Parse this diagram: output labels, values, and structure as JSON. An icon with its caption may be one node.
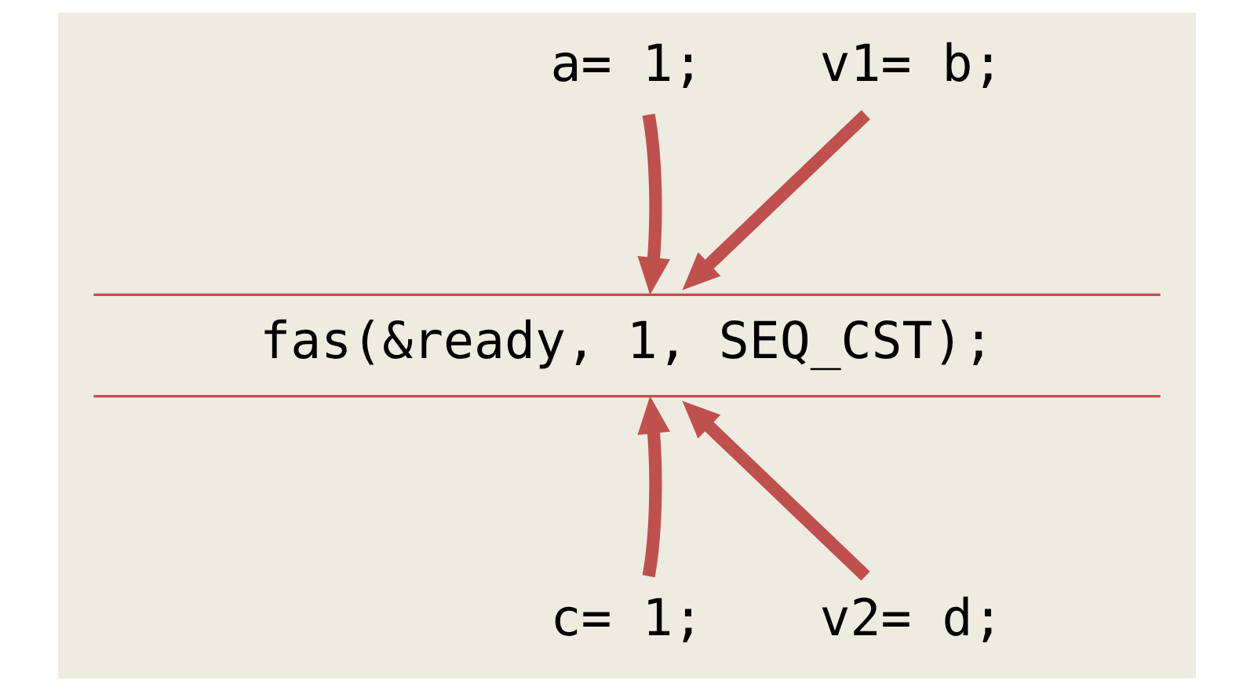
{
  "diagram": {
    "nodes": [
      {
        "text": [
          "a= 1;"
        ]
      },
      {
        "text": [
          "v1= b;"
        ]
      },
      {
        "text": [
          "fas(&ready, 1, SEQ_CST);"
        ]
      },
      {
        "text": [
          "c= 1;"
        ]
      },
      {
        "text": [
          "v2= d;"
        ]
      }
    ],
    "edges": [
      {
        "from": 0,
        "to": 2,
        "arrow": "to"
      },
      {
        "from": 1,
        "to": 2,
        "arrow": "to"
      },
      {
        "from": 3,
        "to": 2,
        "arrow": "to"
      },
      {
        "from": 4,
        "to": 2,
        "arrow": "to"
      }
    ]
  }
}
